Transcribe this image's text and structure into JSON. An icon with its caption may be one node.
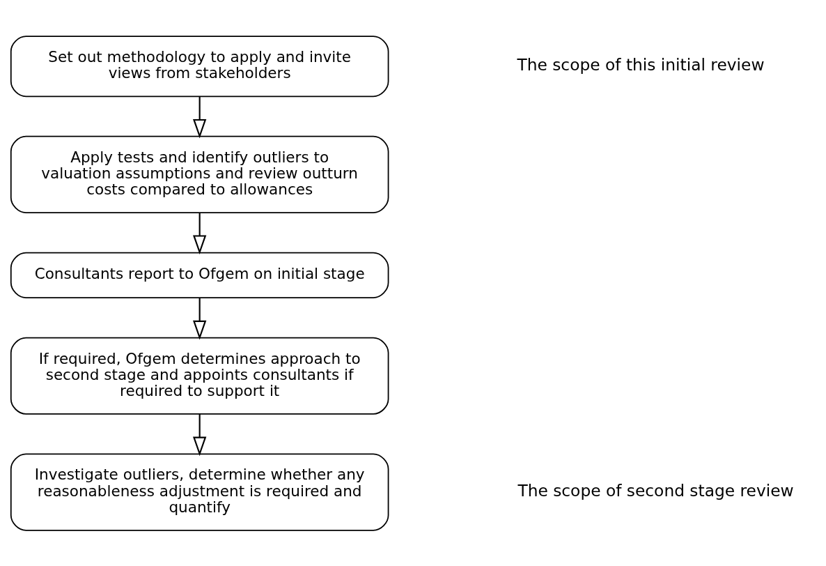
{
  "diagram": {
    "nodes": [
      {
        "text": [
          "Set out methodology to apply and invite views from stakeholders"
        ]
      },
      {
        "text": [
          "Apply tests and identify outliers to valuation assumptions and review outturn costs compared to allowances"
        ]
      },
      {
        "text": [
          "Consultants report to Ofgem on initial stage"
        ]
      },
      {
        "text": [
          "If required, Ofgem determines approach to second stage and appoints consultants if required to support it"
        ]
      },
      {
        "text": [
          "Investigate outliers, determine whether any reasonableness adjustment is required and quantify"
        ]
      }
    ],
    "edges": [
      {
        "from": 0,
        "to": 1,
        "arrow": "to"
      },
      {
        "from": 1,
        "to": 2,
        "arrow": "to"
      },
      {
        "from": 2,
        "to": 3,
        "arrow": "to"
      },
      {
        "from": 3,
        "to": 4,
        "arrow": "to"
      }
    ],
    "labels": [
      "The scope of this initial review",
      "The scope of second stage review"
    ]
  }
}
